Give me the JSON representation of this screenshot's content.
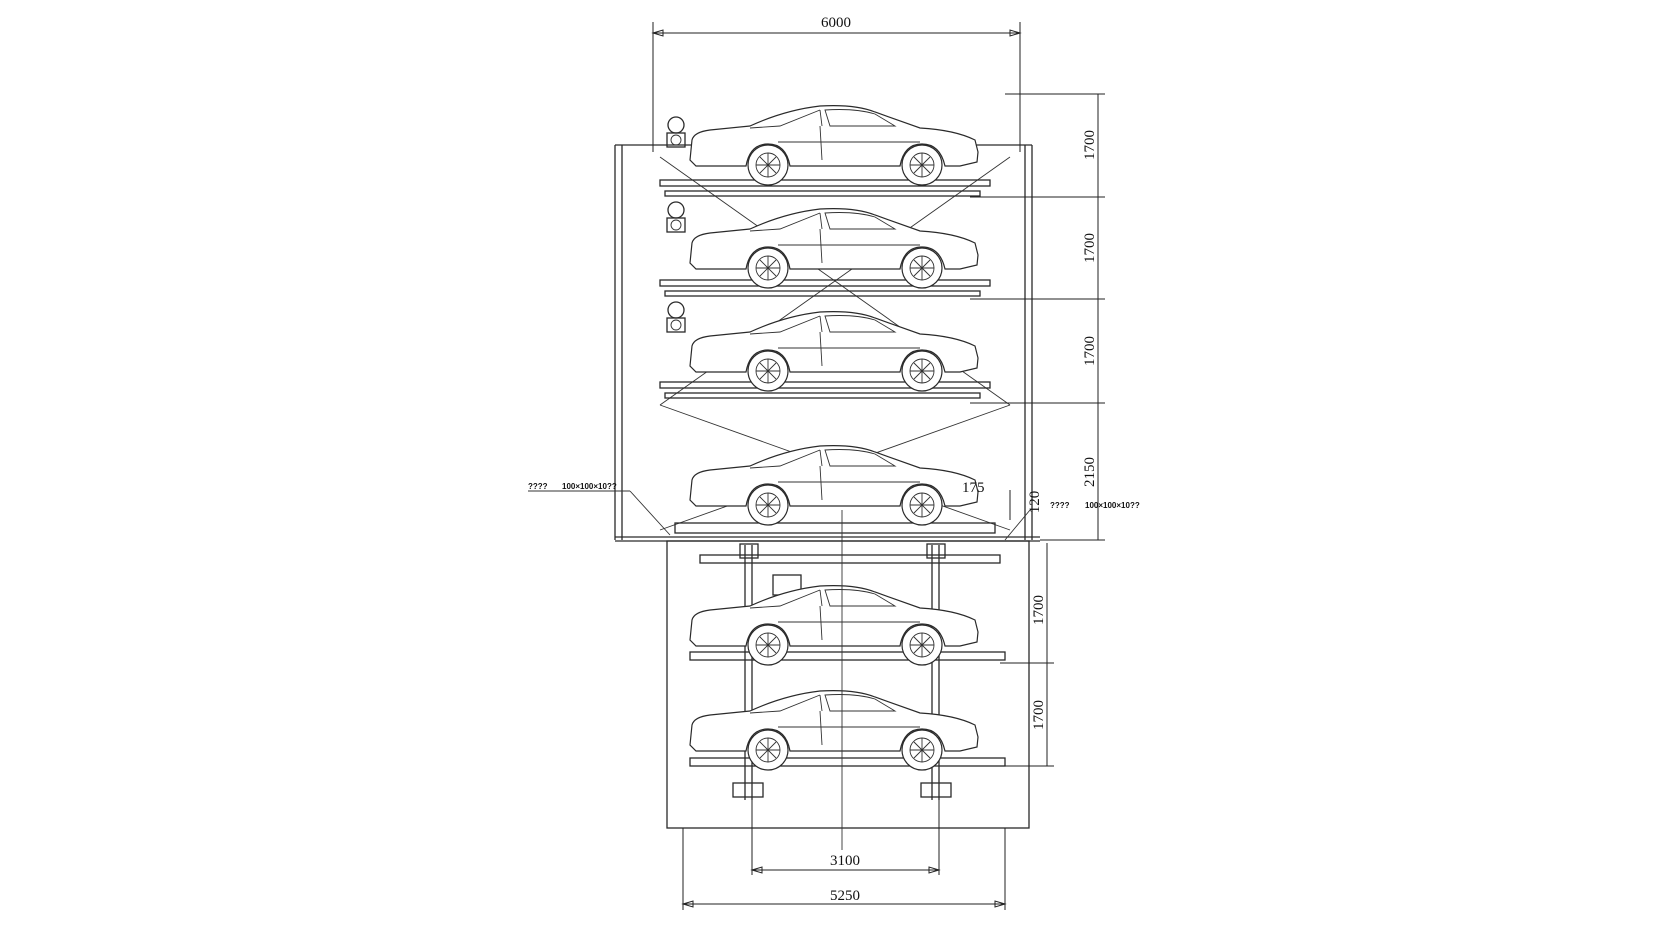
{
  "dimensions": {
    "overall_width": "6000",
    "pit_width": "5250",
    "post_spacing": "3100",
    "level_heights_above": [
      "1700",
      "1700",
      "1700",
      "2150"
    ],
    "level_heights_below": [
      "1700",
      "1700"
    ],
    "offset_175": "175",
    "offset_120": "120"
  },
  "annotations": {
    "left_label_unknown": "????",
    "left_label_spec": "100×100×10??",
    "right_label_unknown": "????",
    "right_label_spec": "100×100×10??"
  },
  "colors": {
    "line": "#2a2a2a",
    "background": "#ffffff"
  },
  "icons": [
    "car-side-icon",
    "motor-icon",
    "hydraulic-cylinder-icon"
  ]
}
